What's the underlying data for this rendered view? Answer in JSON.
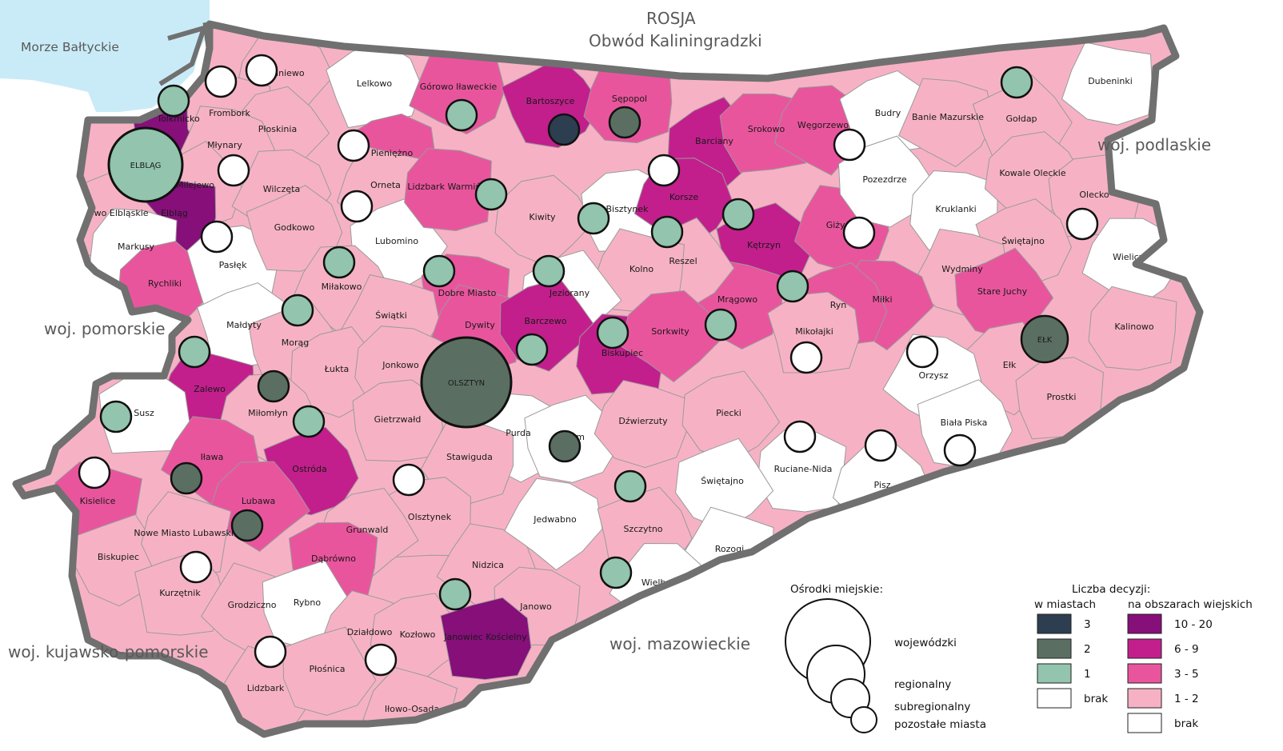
{
  "regions": {
    "sea": "Morze Bałtyckie",
    "russia": "ROSJA",
    "kaliningrad": "Obwód Kaliningradzki",
    "podlaskie": "woj. podlaskie",
    "pomorskie": "woj. pomorskie",
    "kujawsko": "woj. kujawsko-pomorskie",
    "mazowieckie": "woj. mazowieckie"
  },
  "colors": {
    "sea": "#c9ebf7",
    "border": "#707070",
    "rural_10_20": "#860f7a",
    "rural_6_9": "#c21f8c",
    "rural_3_5": "#e9559d",
    "rural_1_2": "#f6b2c4",
    "rural_none": "#ffffff",
    "city_3": "#2c3e50",
    "city_2": "#5a6f62",
    "city_1": "#93c4ad",
    "city_none": "#ffffff"
  },
  "gminy": [
    {
      "name": "Braniewo",
      "cls": "c1"
    },
    {
      "name": "Lelkowo",
      "cls": "c0"
    },
    {
      "name": "Górowo Iławeckie",
      "cls": "c3"
    },
    {
      "name": "Bartoszyce",
      "cls": "c6"
    },
    {
      "name": "Sępopol",
      "cls": "c3"
    },
    {
      "name": "Barciany",
      "cls": "c6"
    },
    {
      "name": "Srokowo",
      "cls": "c3"
    },
    {
      "name": "Węgorzewo",
      "cls": "c3"
    },
    {
      "name": "Budry",
      "cls": "c0"
    },
    {
      "name": "Banie Mazurskie",
      "cls": "c1"
    },
    {
      "name": "Gołdap",
      "cls": "c1"
    },
    {
      "name": "Dubeninki",
      "cls": "c0"
    },
    {
      "name": "Tolkmicko",
      "cls": "c10"
    },
    {
      "name": "Frombork",
      "cls": "c1"
    },
    {
      "name": "Płoskinia",
      "cls": "c1"
    },
    {
      "name": "Pieniężno",
      "cls": "c3"
    },
    {
      "name": "Młynary",
      "cls": "c1"
    },
    {
      "name": "Milejewo",
      "cls": "c1"
    },
    {
      "name": "Elbląg",
      "cls": "c10"
    },
    {
      "name": "Gronowo Elbląskie",
      "cls": "c1"
    },
    {
      "name": "Markusy",
      "cls": "c0"
    },
    {
      "name": "Rychliki",
      "cls": "c3"
    },
    {
      "name": "Pasłęk",
      "cls": "c0"
    },
    {
      "name": "Wilczęta",
      "cls": "c1"
    },
    {
      "name": "Godkowo",
      "cls": "c1"
    },
    {
      "name": "Orneta",
      "cls": "c1"
    },
    {
      "name": "Lubomino",
      "cls": "c0"
    },
    {
      "name": "Lidzbark Warmiński",
      "cls": "c3"
    },
    {
      "name": "Kiwity",
      "cls": "c1"
    },
    {
      "name": "Bisztynek",
      "cls": "c0"
    },
    {
      "name": "Korsze",
      "cls": "c6"
    },
    {
      "name": "Kętrzyn",
      "cls": "c6"
    },
    {
      "name": "Giżycko",
      "cls": "c3"
    },
    {
      "name": "Pozezdrze",
      "cls": "c0"
    },
    {
      "name": "Kruklanki",
      "cls": "c0"
    },
    {
      "name": "Kowale Oleckie",
      "cls": "c1"
    },
    {
      "name": "Olecko",
      "cls": "c1"
    },
    {
      "name": "Wieliczki",
      "cls": "c0"
    },
    {
      "name": "Świętajno",
      "cls": "c1"
    },
    {
      "name": "Wydminy",
      "cls": "c1"
    },
    {
      "name": "Stare Juchy",
      "cls": "c3"
    },
    {
      "name": "Kalinowo",
      "cls": "c1"
    },
    {
      "name": "Ełk",
      "cls": "c1"
    },
    {
      "name": "Prostki",
      "cls": "c1"
    },
    {
      "name": "Miłki",
      "cls": "c3"
    },
    {
      "name": "Ryn",
      "cls": "c3"
    },
    {
      "name": "Mrągowo",
      "cls": "c3"
    },
    {
      "name": "Reszel",
      "cls": "c1"
    },
    {
      "name": "Kolno",
      "cls": "c1"
    },
    {
      "name": "Jeziorany",
      "cls": "c0"
    },
    {
      "name": "Dobre Miasto",
      "cls": "c3"
    },
    {
      "name": "Miłakowo",
      "cls": "c1"
    },
    {
      "name": "Małdyty",
      "cls": "c0"
    },
    {
      "name": "Świątki",
      "cls": "c1"
    },
    {
      "name": "Morąg",
      "cls": "c1"
    },
    {
      "name": "Dywity",
      "cls": "c3"
    },
    {
      "name": "Barczewo",
      "cls": "c6"
    },
    {
      "name": "Biskupiec",
      "cls": "c6"
    },
    {
      "name": "Sorkwity",
      "cls": "c3"
    },
    {
      "name": "Mikołajki",
      "cls": "c1"
    },
    {
      "name": "Orzysz",
      "cls": "c0"
    },
    {
      "name": "Biała Piska",
      "cls": "c0"
    },
    {
      "name": "Zalewo",
      "cls": "c6"
    },
    {
      "name": "Łukta",
      "cls": "c1"
    },
    {
      "name": "Jonkowo",
      "cls": "c1"
    },
    {
      "name": "Miłomłyn",
      "cls": "c1"
    },
    {
      "name": "Gietrzwałd",
      "cls": "c1"
    },
    {
      "name": "Purda",
      "cls": "c0"
    },
    {
      "name": "Pasym",
      "cls": "c0"
    },
    {
      "name": "Dźwierzuty",
      "cls": "c1"
    },
    {
      "name": "Piecki",
      "cls": "c1"
    },
    {
      "name": "Ruciane-Nida",
      "cls": "c0"
    },
    {
      "name": "Pisz",
      "cls": "c0"
    },
    {
      "name": "Susz",
      "cls": "c0"
    },
    {
      "name": "Iława",
      "cls": "c3"
    },
    {
      "name": "Ostróda",
      "cls": "c6"
    },
    {
      "name": "Stawiguda",
      "cls": "c1"
    },
    {
      "name": "Świętajno",
      "cls": "c0"
    },
    {
      "name": "Kisielice",
      "cls": "c3"
    },
    {
      "name": "Lubawa",
      "cls": "c3"
    },
    {
      "name": "Olsztynek",
      "cls": "c1"
    },
    {
      "name": "Jedwabno",
      "cls": "c0"
    },
    {
      "name": "Szczytno",
      "cls": "c1"
    },
    {
      "name": "Rozogi",
      "cls": "c0"
    },
    {
      "name": "Biskupiec",
      "cls": "c1"
    },
    {
      "name": "Nowe Miasto Lubawskie",
      "cls": "c1"
    },
    {
      "name": "Grunwald",
      "cls": "c1"
    },
    {
      "name": "Dąbrówno",
      "cls": "c3"
    },
    {
      "name": "Nidzica",
      "cls": "c1"
    },
    {
      "name": "Kurzętnik",
      "cls": "c1"
    },
    {
      "name": "Grodziczno",
      "cls": "c1"
    },
    {
      "name": "Rybno",
      "cls": "c0"
    },
    {
      "name": "Działdowo",
      "cls": "c1"
    },
    {
      "name": "Kozłowo",
      "cls": "c1"
    },
    {
      "name": "Janowo",
      "cls": "c1"
    },
    {
      "name": "Wielbark",
      "cls": "c0"
    },
    {
      "name": "Janowiec Kościelny",
      "cls": "c10"
    },
    {
      "name": "Lidzbark",
      "cls": "c1"
    },
    {
      "name": "Płośnica",
      "cls": "c1"
    },
    {
      "name": "Iłowo-Osada",
      "cls": "c1"
    }
  ],
  "cities": [
    {
      "name": "ELBLĄG",
      "size": "woj",
      "cls": "k1"
    },
    {
      "name": "OLSZTYN",
      "size": "woj",
      "cls": "k2"
    },
    {
      "name": "EŁK",
      "size": "reg",
      "cls": "k2"
    }
  ],
  "legend": {
    "osrodki_title": "Ośrodki miejskie:",
    "size_wojewodzki": "wojewódzki",
    "size_regionalny": "regionalny",
    "size_subregionalny": "subregionalny",
    "size_pozostale": "pozostałe miasta",
    "decyzje_title": "Liczba decyzji:",
    "col_miasta": "w miastach",
    "col_wiejskie": "na obszarach wiejskich",
    "city_classes": [
      {
        "label": "3",
        "color": "#2c3e50"
      },
      {
        "label": "2",
        "color": "#5a6f62"
      },
      {
        "label": "1",
        "color": "#93c4ad"
      },
      {
        "label": "brak",
        "color": "#ffffff"
      }
    ],
    "rural_classes": [
      {
        "label": "10 - 20",
        "color": "#860f7a"
      },
      {
        "label": "6 - 9",
        "color": "#c21f8c"
      },
      {
        "label": "3 - 5",
        "color": "#e9559d"
      },
      {
        "label": "1 - 2",
        "color": "#f6b2c4"
      },
      {
        "label": "brak",
        "color": "#ffffff"
      }
    ]
  }
}
